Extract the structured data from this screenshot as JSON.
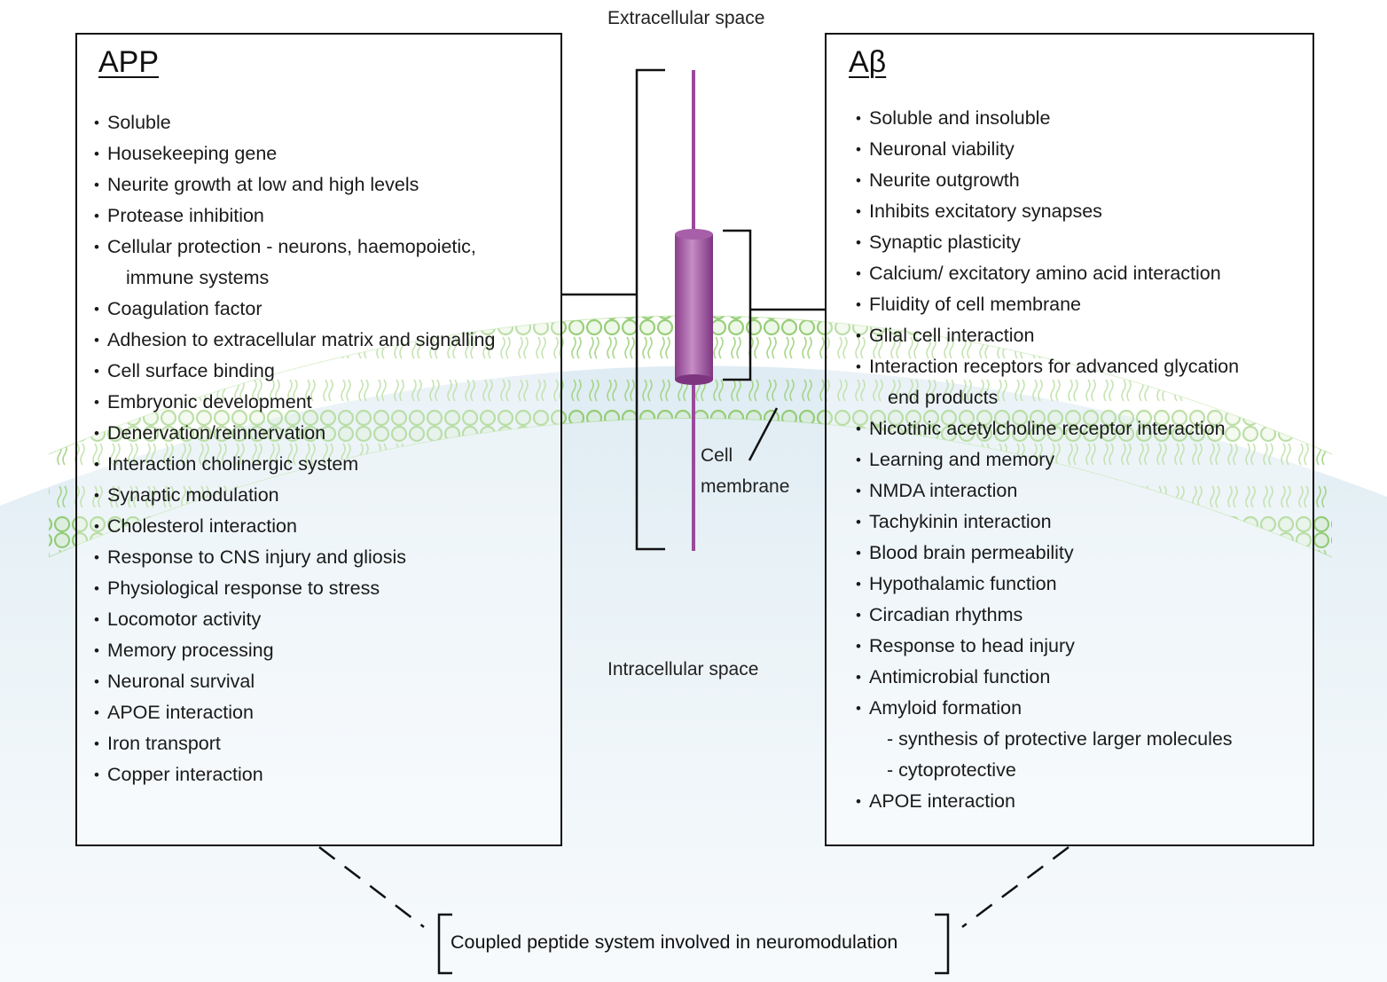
{
  "labels": {
    "extracellular": "Extracellular space",
    "intracellular": "Intracellular space",
    "membrane_line1": "Cell",
    "membrane_line2": "membrane"
  },
  "app_panel": {
    "title": "APP",
    "items": [
      "Soluble",
      "Housekeeping gene",
      "Neurite growth at low and high levels",
      "Protease inhibition",
      "Cellular protection - neurons, haemopoietic,",
      "immune systems",
      "Coagulation factor",
      "Adhesion to extracellular matrix and signalling",
      "Cell surface binding",
      "Embryonic development",
      "Denervation/reinnervation",
      "Interaction cholinergic system",
      "Synaptic modulation",
      "Cholesterol interaction",
      "Response to CNS injury and gliosis",
      "Physiological response to stress",
      "Locomotor activity",
      "Memory processing",
      "Neuronal survival",
      "APOE interaction",
      "Iron transport",
      "Copper interaction"
    ]
  },
  "abeta_panel": {
    "title": "Aβ",
    "items": [
      "Soluble and insoluble",
      "Neuronal viability",
      "Neurite outgrowth",
      "Inhibits excitatory synapses",
      "Synaptic plasticity",
      "Calcium/ excitatory amino acid interaction",
      "Fluidity of cell membrane",
      "Glial cell interaction",
      "Interaction receptors for advanced glycation",
      "end products",
      "Nicotinic acetylcholine receptor interaction",
      "Learning and memory",
      "NMDA interaction",
      "Tachykinin interaction",
      "Blood brain permeability",
      "Hypothalamic function",
      "Circadian rhythms",
      "Response to head injury",
      "Antimicrobial function",
      "Amyloid formation",
      "- synthesis of protective larger molecules",
      "- cytoprotective",
      "APOE interaction"
    ]
  },
  "footer": {
    "text": "Coupled peptide system involved in neuromodulation"
  },
  "colors": {
    "membrane_green": "#8cc86a",
    "protein_purple": "#9a4a9a",
    "cell_interior": "#e6f0f6",
    "border": "#111111"
  }
}
